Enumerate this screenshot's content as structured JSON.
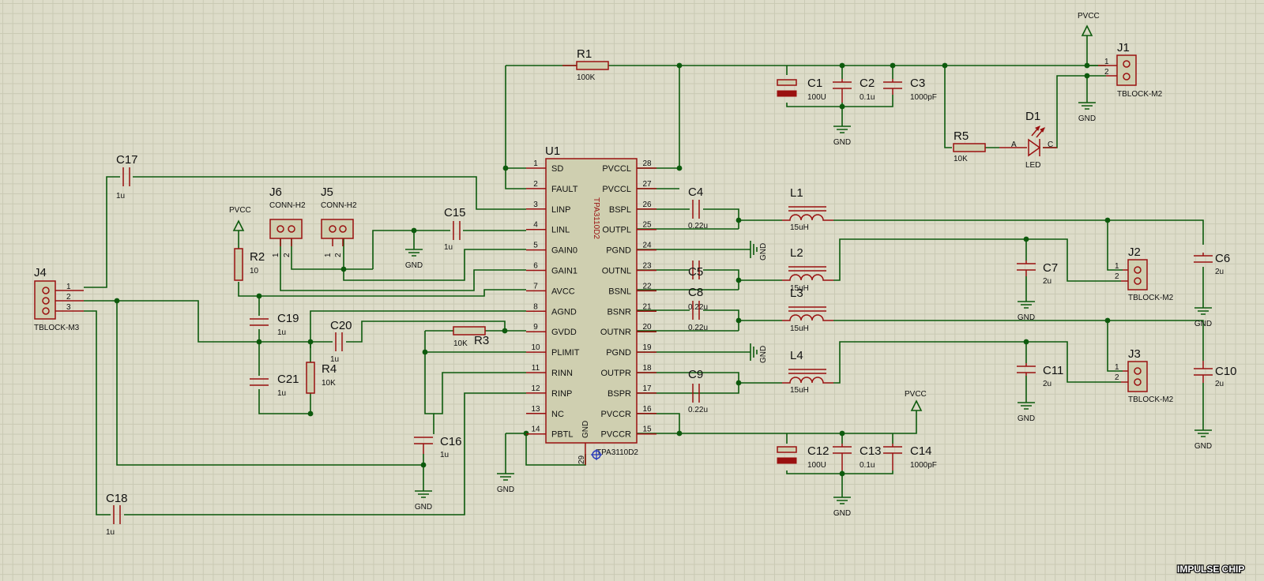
{
  "watermark": "IMPULSE CHIP",
  "ic": {
    "ref": "U1",
    "part": "TPA3110D2",
    "part_below": "TPA3110D2",
    "pad_pin": "29",
    "pad_label": "GND",
    "left_pins": [
      {
        "num": "1",
        "name": "SD"
      },
      {
        "num": "2",
        "name": "FAULT"
      },
      {
        "num": "3",
        "name": "LINP"
      },
      {
        "num": "4",
        "name": "LINL"
      },
      {
        "num": "5",
        "name": "GAIN0"
      },
      {
        "num": "6",
        "name": "GAIN1"
      },
      {
        "num": "7",
        "name": "AVCC"
      },
      {
        "num": "8",
        "name": "AGND"
      },
      {
        "num": "9",
        "name": "GVDD"
      },
      {
        "num": "10",
        "name": "PLIMIT"
      },
      {
        "num": "11",
        "name": "RINN"
      },
      {
        "num": "12",
        "name": "RINP"
      },
      {
        "num": "13",
        "name": "NC"
      },
      {
        "num": "14",
        "name": "PBTL"
      }
    ],
    "right_pins": [
      {
        "num": "28",
        "name": "PVCCL"
      },
      {
        "num": "27",
        "name": "PVCCL"
      },
      {
        "num": "26",
        "name": "BSPL"
      },
      {
        "num": "25",
        "name": "OUTPL"
      },
      {
        "num": "24",
        "name": "PGND"
      },
      {
        "num": "23",
        "name": "OUTNL"
      },
      {
        "num": "22",
        "name": "BSNL"
      },
      {
        "num": "21",
        "name": "BSNR"
      },
      {
        "num": "20",
        "name": "OUTNR"
      },
      {
        "num": "19",
        "name": "PGND"
      },
      {
        "num": "18",
        "name": "OUTPR"
      },
      {
        "num": "17",
        "name": "BSPR"
      },
      {
        "num": "16",
        "name": "PVCCR"
      },
      {
        "num": "15",
        "name": "PVCCR"
      }
    ]
  },
  "resistors": [
    {
      "ref": "R1",
      "value": "100K"
    },
    {
      "ref": "R2",
      "value": "10"
    },
    {
      "ref": "R3",
      "value": "10K"
    },
    {
      "ref": "R4",
      "value": "10K"
    },
    {
      "ref": "R5",
      "value": "10K"
    }
  ],
  "capacitors": [
    {
      "ref": "C1",
      "value": "100U"
    },
    {
      "ref": "C2",
      "value": "0.1u"
    },
    {
      "ref": "C3",
      "value": "1000pF"
    },
    {
      "ref": "C4",
      "value": "0.22u"
    },
    {
      "ref": "C5",
      "value": "0.22u"
    },
    {
      "ref": "C6",
      "value": "2u"
    },
    {
      "ref": "C7",
      "value": "2u"
    },
    {
      "ref": "C8",
      "value": "0.22u"
    },
    {
      "ref": "C9",
      "value": "0.22u"
    },
    {
      "ref": "C10",
      "value": "2u"
    },
    {
      "ref": "C11",
      "value": "2u"
    },
    {
      "ref": "C12",
      "value": "100U"
    },
    {
      "ref": "C13",
      "value": "0.1u"
    },
    {
      "ref": "C14",
      "value": "1000pF"
    },
    {
      "ref": "C15",
      "value": "1u"
    },
    {
      "ref": "C16",
      "value": "1u"
    },
    {
      "ref": "C17",
      "value": "1u"
    },
    {
      "ref": "C18",
      "value": "1u"
    },
    {
      "ref": "C19",
      "value": "1u"
    },
    {
      "ref": "C20",
      "value": "1u"
    },
    {
      "ref": "C21",
      "value": "1u"
    }
  ],
  "inductors": [
    {
      "ref": "L1",
      "value": "15uH"
    },
    {
      "ref": "L2",
      "value": "15uH"
    },
    {
      "ref": "L3",
      "value": "15uH"
    },
    {
      "ref": "L4",
      "value": "15uH"
    }
  ],
  "led": {
    "ref": "D1",
    "value": "LED",
    "anode": "A",
    "cathode": "C"
  },
  "connectors": [
    {
      "ref": "J1",
      "type": "TBLOCK-M2",
      "pins": [
        "1",
        "2"
      ]
    },
    {
      "ref": "J2",
      "type": "TBLOCK-M2",
      "pins": [
        "1",
        "2"
      ]
    },
    {
      "ref": "J3",
      "type": "TBLOCK-M2",
      "pins": [
        "1",
        "2"
      ]
    },
    {
      "ref": "J4",
      "type": "TBLOCK-M3",
      "pins": [
        "1",
        "2",
        "3"
      ]
    },
    {
      "ref": "J5",
      "type": "CONN-H2",
      "pins": [
        "1",
        "2"
      ]
    },
    {
      "ref": "J6",
      "type": "CONN-H2",
      "pins": [
        "1",
        "2"
      ]
    }
  ],
  "power_label": "PVCC",
  "ground_label": "GND"
}
